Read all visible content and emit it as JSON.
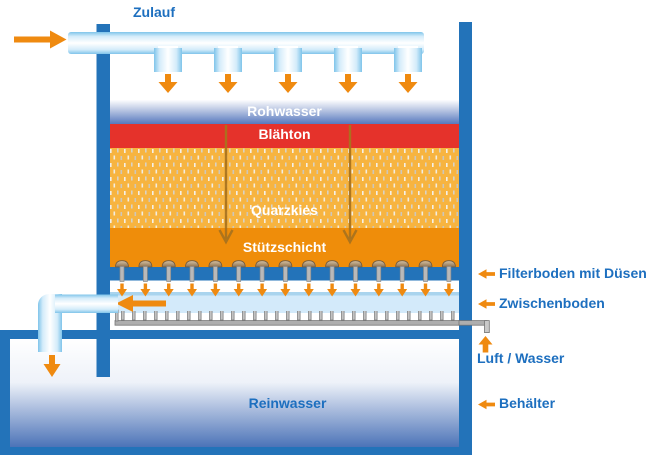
{
  "diagram": {
    "inlet_label": "Zulauf",
    "layers": [
      {
        "name": "rohwasser",
        "label": "Rohwasser",
        "color_top": "#ffffff",
        "color_bottom": "#5678be"
      },
      {
        "name": "blaehton",
        "label": "Blähton",
        "color": "#e5322b"
      },
      {
        "name": "quarzkies",
        "label": "Quarzkies",
        "color": "#f7b440"
      },
      {
        "name": "stuetzschicht",
        "label": "Stützschicht",
        "color": "#ef8d0a"
      }
    ],
    "callouts": [
      {
        "name": "filterboden",
        "label": "Filterboden mit Düsen"
      },
      {
        "name": "zwischenboden",
        "label": "Zwischenboden"
      },
      {
        "name": "luft-wasser",
        "label": "Luft / Wasser"
      },
      {
        "name": "behaelter",
        "label": "Behälter"
      }
    ],
    "clean_water_label": "Reinwasser",
    "structure": {
      "inlet_branch_count": 5,
      "nozzle_count": 15,
      "percolation_arrow_count": 2
    },
    "colors": {
      "wall": "#2373b9",
      "arrow": "#ef8a10",
      "flow_trace": "#a9731e",
      "blaehton_red": "#e5322b",
      "stuetzschicht_orange": "#ef8d0a",
      "label_text": "#1d6fbf",
      "layer_text": "#ffffff",
      "pale_water": "#d3eafa",
      "pipe_edge": "#7fc4ea",
      "pipe_gray": "#aeaeae"
    }
  }
}
